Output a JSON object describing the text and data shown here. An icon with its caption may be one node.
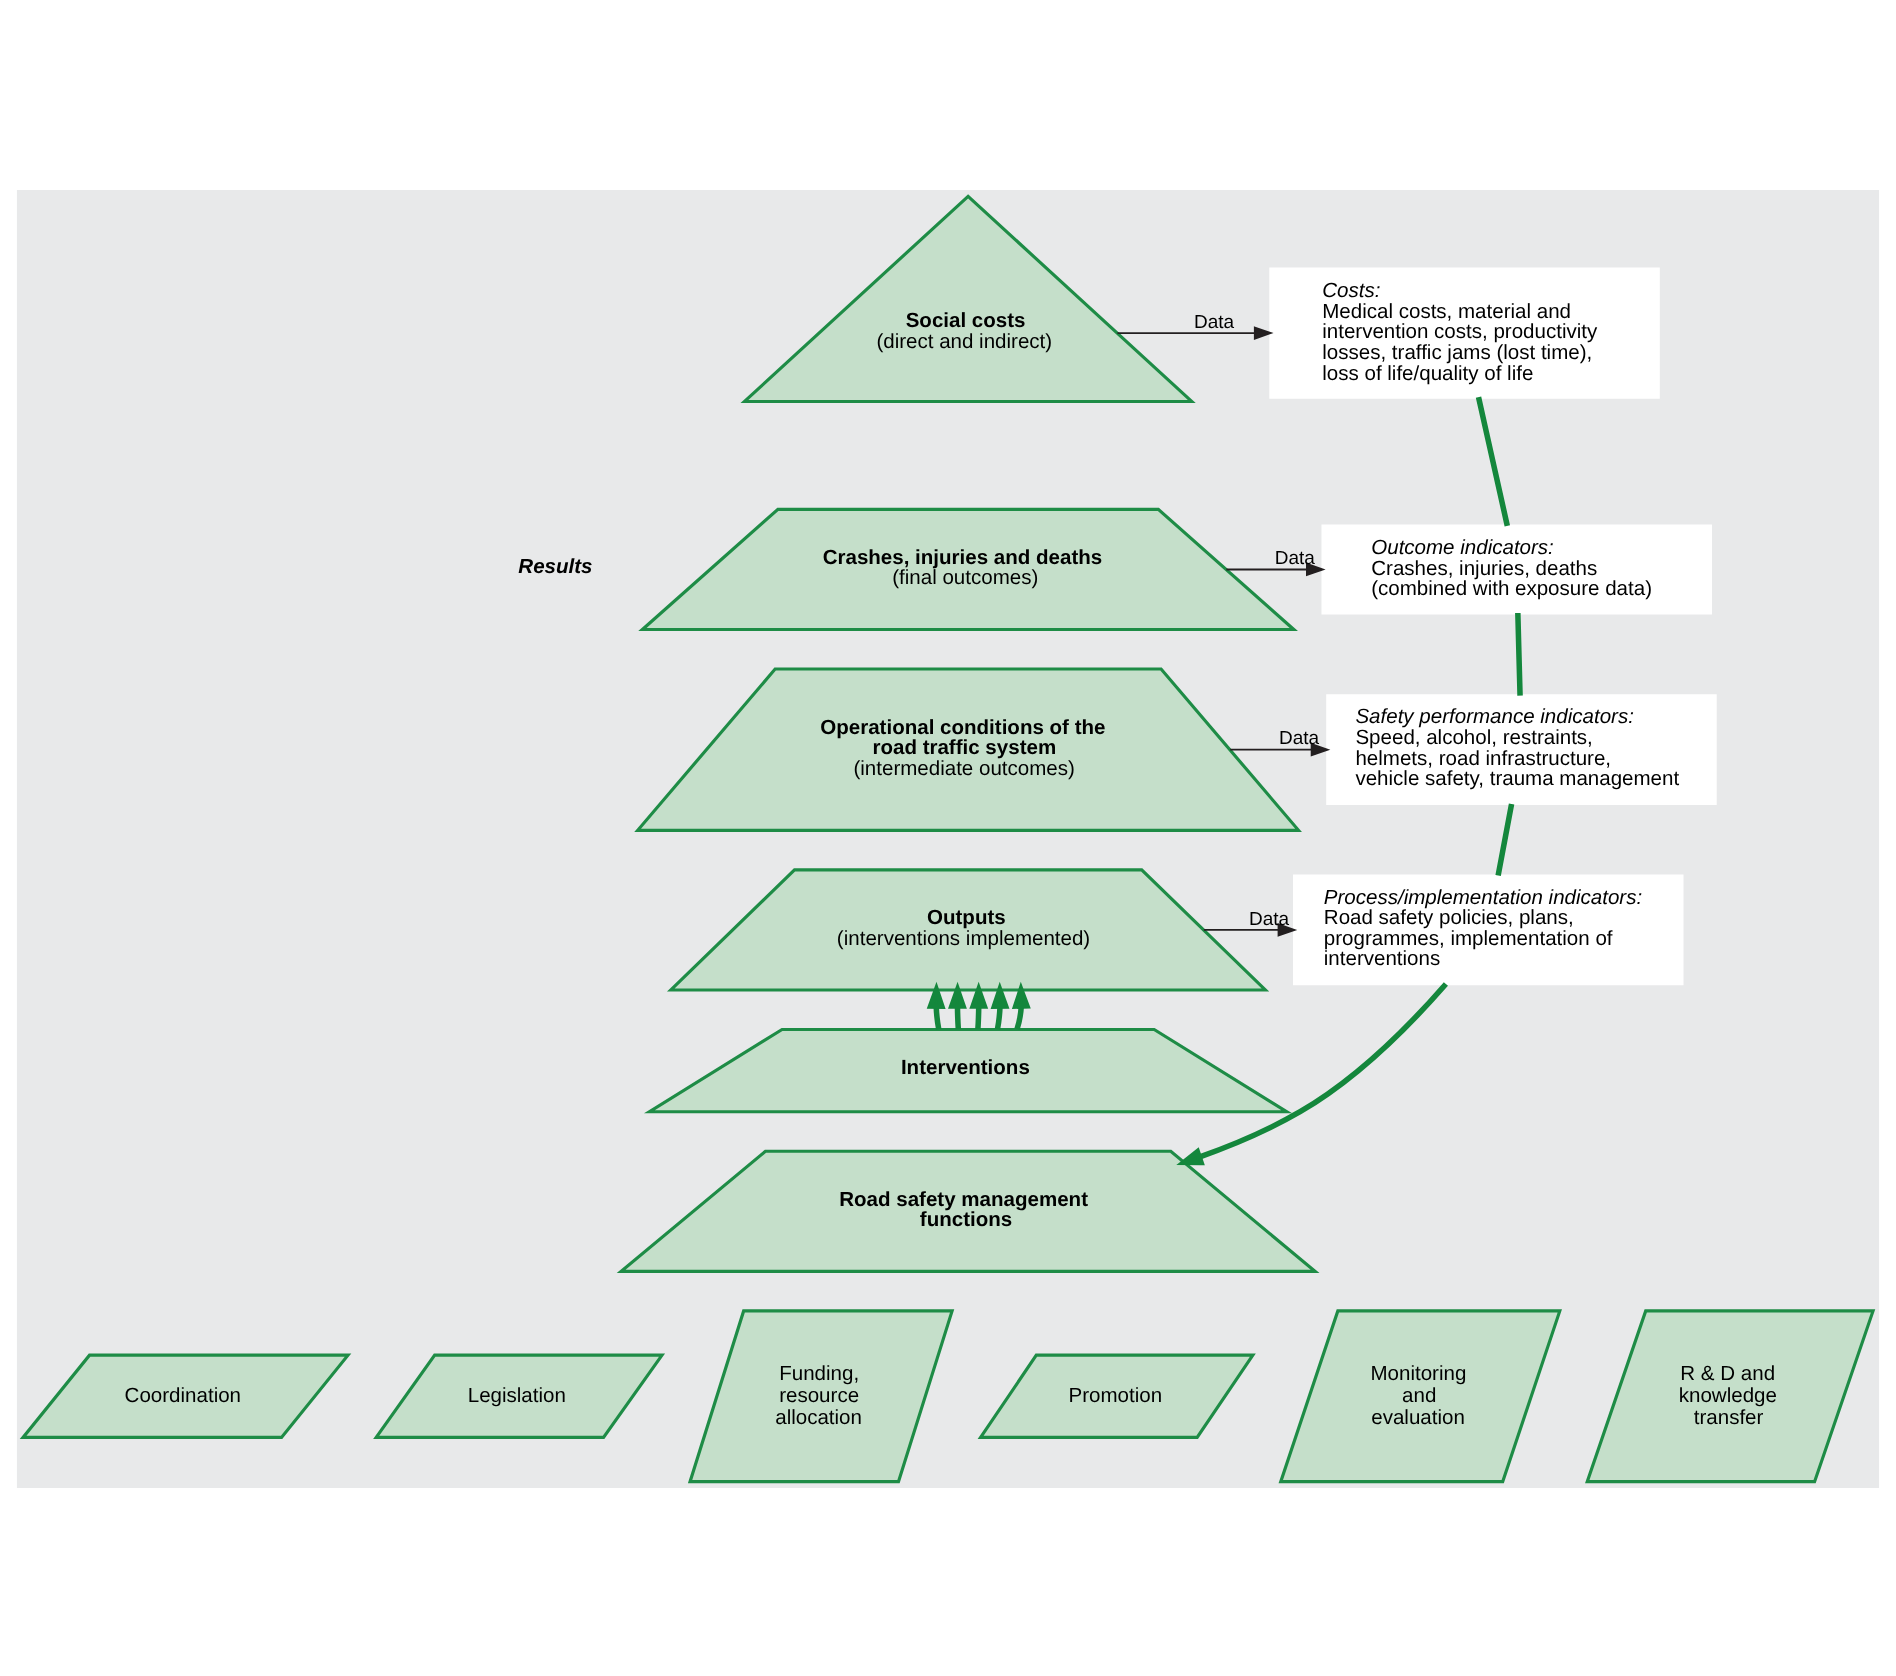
{
  "diagram": {
    "nodes": [
      {
        "text": [
          "Social costs",
          "(direct and indirect)"
        ]
      },
      {
        "text": [
          "Crashes, injuries and deaths",
          "(final outcomes)"
        ]
      },
      {
        "text": [
          "Operational conditions of the road traffic system",
          "(intermediate outcomes)"
        ]
      },
      {
        "text": [
          "Outputs",
          "(interventions implemented)"
        ]
      },
      {
        "text": [
          "Interventions"
        ]
      },
      {
        "text": [
          "Road safety management functions"
        ]
      },
      {
        "text": [
          "Coordination"
        ]
      },
      {
        "text": [
          "Legislation"
        ]
      },
      {
        "text": [
          "Funding, resource allocation"
        ]
      },
      {
        "text": [
          "Promotion"
        ]
      },
      {
        "text": [
          "Monitoring and evaluation"
        ]
      },
      {
        "text": [
          "R & D and knowledge transfer"
        ]
      },
      {
        "text": [
          "Costs:",
          "Medical costs, material and intervention costs, productivity losses, traffic jams (lost time), loss of life/quality of life"
        ]
      },
      {
        "text": [
          "Outcome indicators:",
          "Crashes, injuries, deaths (combined with exposure data)"
        ]
      },
      {
        "text": [
          "Safety performance indicators:",
          "Speed, alcohol, restraints, helmets, road infrastructure, vehicle safety, trauma management"
        ]
      },
      {
        "text": [
          "Process/implementation indicators:",
          "Road safety policies, plans, programmes, implementation of interventions"
        ]
      }
    ],
    "edges": [
      {
        "from": 0,
        "to": 12,
        "arrow": "to",
        "label": "Data",
        "color": "#231f20"
      },
      {
        "from": 1,
        "to": 13,
        "arrow": "to",
        "label": "Data",
        "color": "#231f20"
      },
      {
        "from": 2,
        "to": 14,
        "arrow": "to",
        "label": "Data",
        "color": "#231f20"
      },
      {
        "from": 3,
        "to": 15,
        "arrow": "to",
        "label": "Data",
        "color": "#231f20"
      },
      {
        "from": 4,
        "to": 3,
        "arrow": "to"
      },
      {
        "from": 4,
        "to": 3,
        "arrow": "to"
      },
      {
        "from": 4,
        "to": 3,
        "arrow": "to"
      },
      {
        "from": 4,
        "to": 3,
        "arrow": "to"
      },
      {
        "from": 4,
        "to": 3,
        "arrow": "to"
      },
      {
        "from": 12,
        "to": 13,
        "arrow": "none"
      },
      {
        "from": 13,
        "to": 14,
        "arrow": "none"
      },
      {
        "from": 14,
        "to": 15,
        "arrow": "none"
      },
      {
        "from": 15,
        "to": 5,
        "arrow": "to"
      }
    ],
    "labels": [
      "Results"
    ]
  }
}
